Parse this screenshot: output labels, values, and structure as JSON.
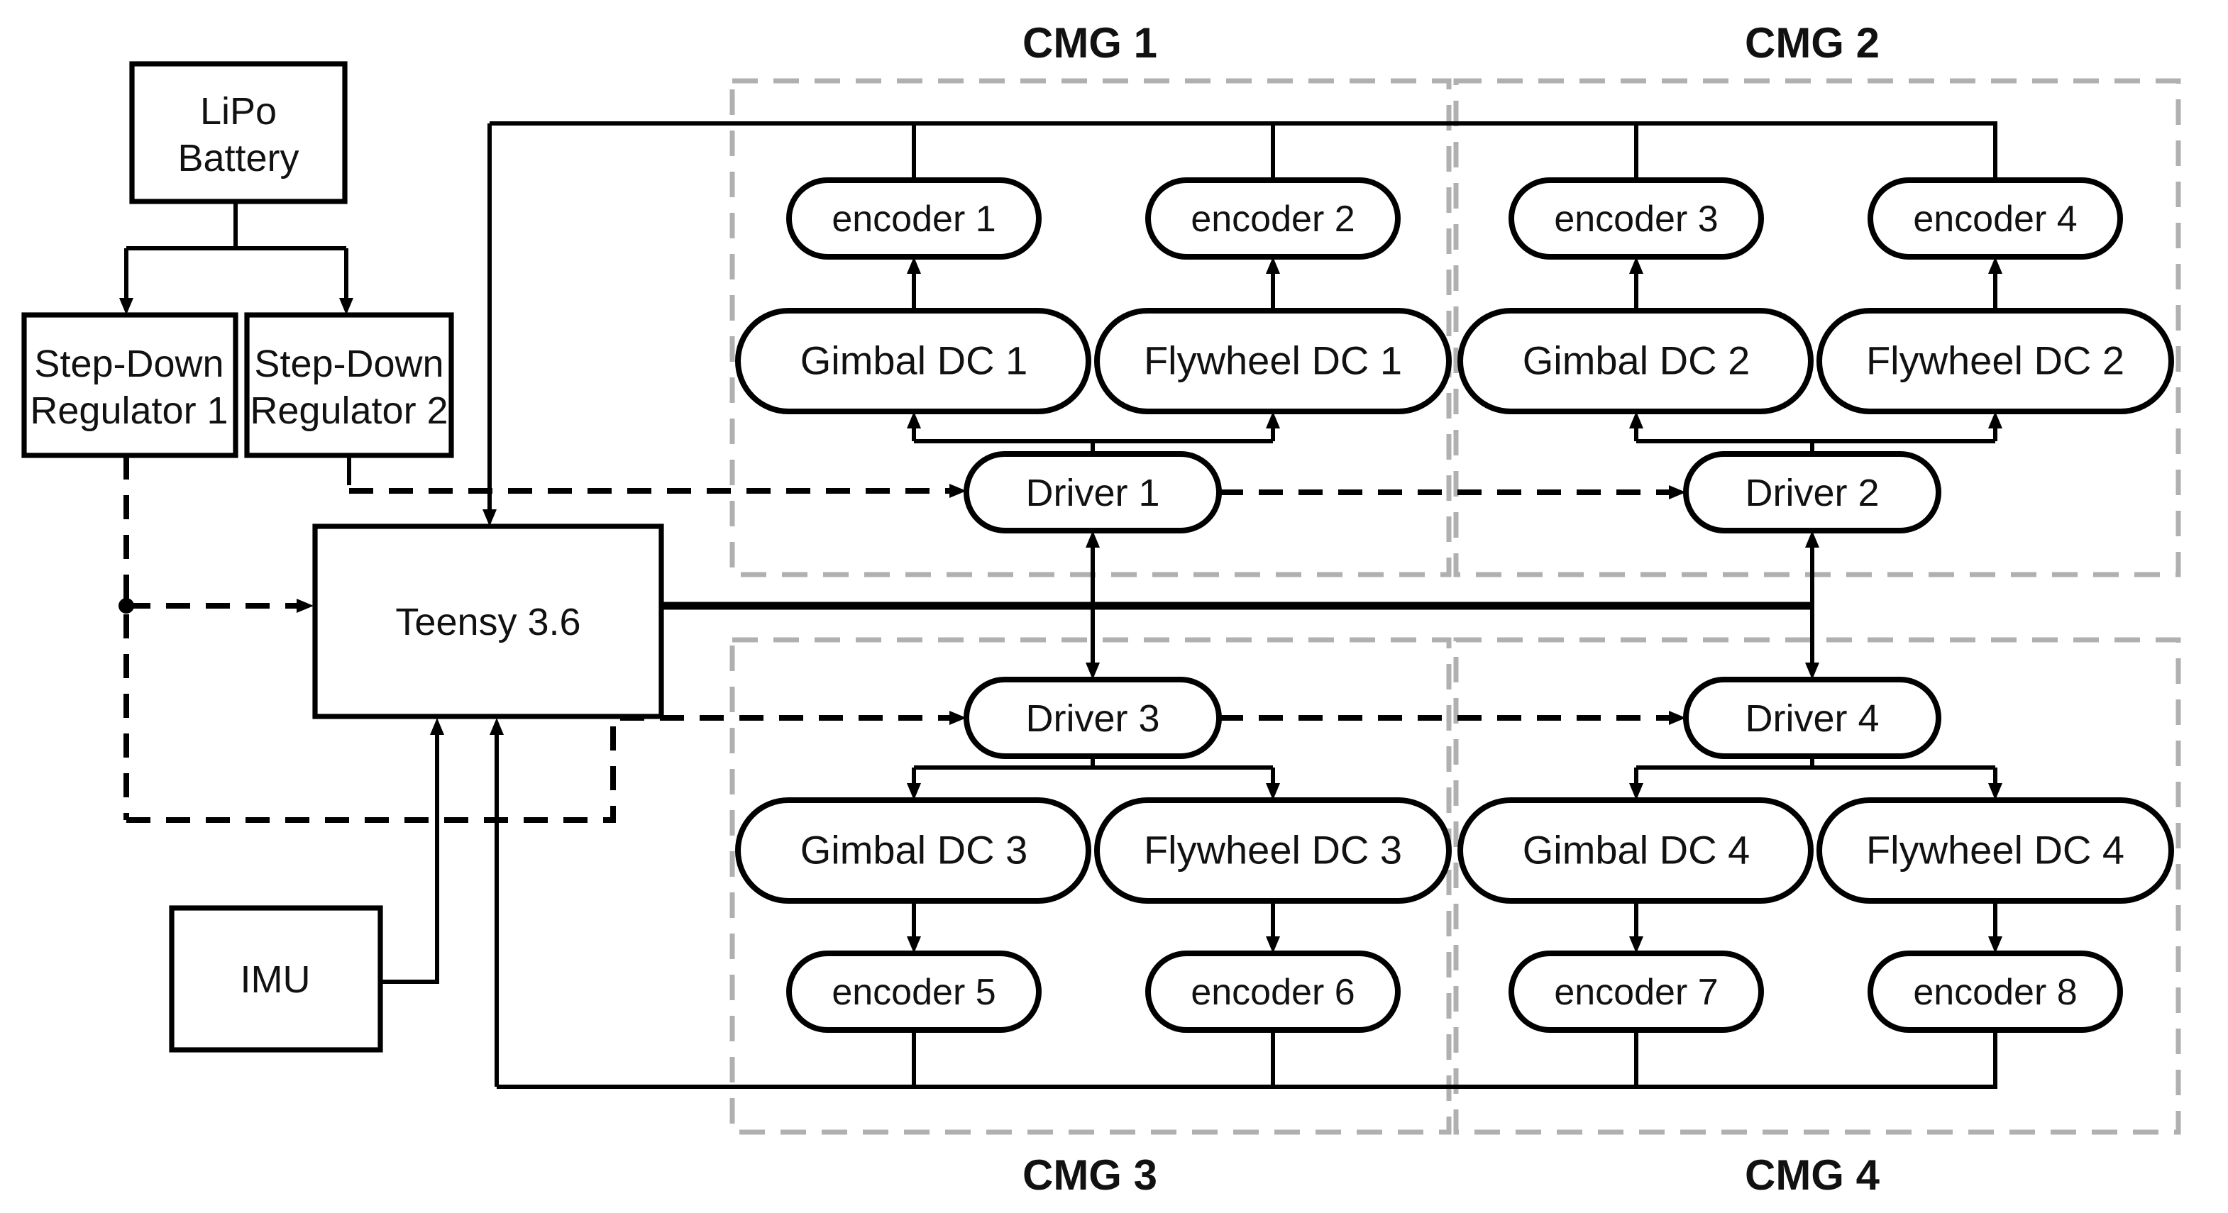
{
  "nodes": {
    "lipo": {
      "line1": "LiPo",
      "line2": "Battery"
    },
    "reg1": {
      "line1": "Step-Down",
      "line2": "Regulator 1"
    },
    "reg2": {
      "line1": "Step-Down",
      "line2": "Regulator 2"
    },
    "teensy": {
      "label": "Teensy 3.6"
    },
    "imu": {
      "label": "IMU"
    },
    "enc1": {
      "label": "encoder 1"
    },
    "enc2": {
      "label": "encoder 2"
    },
    "enc3": {
      "label": "encoder 3"
    },
    "enc4": {
      "label": "encoder 4"
    },
    "enc5": {
      "label": "encoder 5"
    },
    "enc6": {
      "label": "encoder 6"
    },
    "enc7": {
      "label": "encoder 7"
    },
    "enc8": {
      "label": "encoder 8"
    },
    "gdc1": {
      "label": "Gimbal DC 1"
    },
    "gdc2": {
      "label": "Gimbal DC 2"
    },
    "gdc3": {
      "label": "Gimbal DC 3"
    },
    "gdc4": {
      "label": "Gimbal DC 4"
    },
    "fdc1": {
      "label": "Flywheel DC 1"
    },
    "fdc2": {
      "label": "Flywheel DC 2"
    },
    "fdc3": {
      "label": "Flywheel DC 3"
    },
    "fdc4": {
      "label": "Flywheel DC 4"
    },
    "drv1": {
      "label": "Driver 1"
    },
    "drv2": {
      "label": "Driver 2"
    },
    "drv3": {
      "label": "Driver 3"
    },
    "drv4": {
      "label": "Driver 4"
    }
  },
  "groups": {
    "cmg1": {
      "label": "CMG 1"
    },
    "cmg2": {
      "label": "CMG 2"
    },
    "cmg3": {
      "label": "CMG 3"
    },
    "cmg4": {
      "label": "CMG 4"
    }
  },
  "colors": {
    "line": "#000000",
    "cmg_border": "#b0b0b0",
    "cmg_label": "#b1b1b1",
    "background": "#ffffff"
  }
}
